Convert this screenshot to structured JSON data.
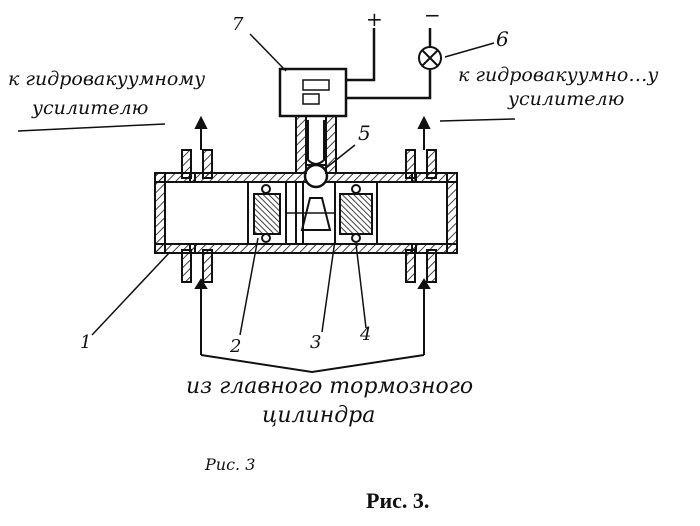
{
  "labels": {
    "left_top_line1": "к гидровакуумному",
    "left_top_line2": "усилителю",
    "right_top_line1": "к гидровакуумно…у",
    "right_top_line2": "усилителю",
    "bottom_line1": "из главного тормозного",
    "bottom_line2": "цилиндра",
    "handwritten_caption": "Рис. 3",
    "caption": "Рис. 3."
  },
  "terminals": {
    "plus": "+",
    "minus": "−"
  },
  "part_numbers": {
    "p1": "1",
    "p2": "2",
    "p3": "3",
    "p4": "4",
    "p5": "5",
    "p6": "6",
    "p7": "7"
  },
  "colors": {
    "ink": "#111111",
    "paper": "#ffffff"
  }
}
